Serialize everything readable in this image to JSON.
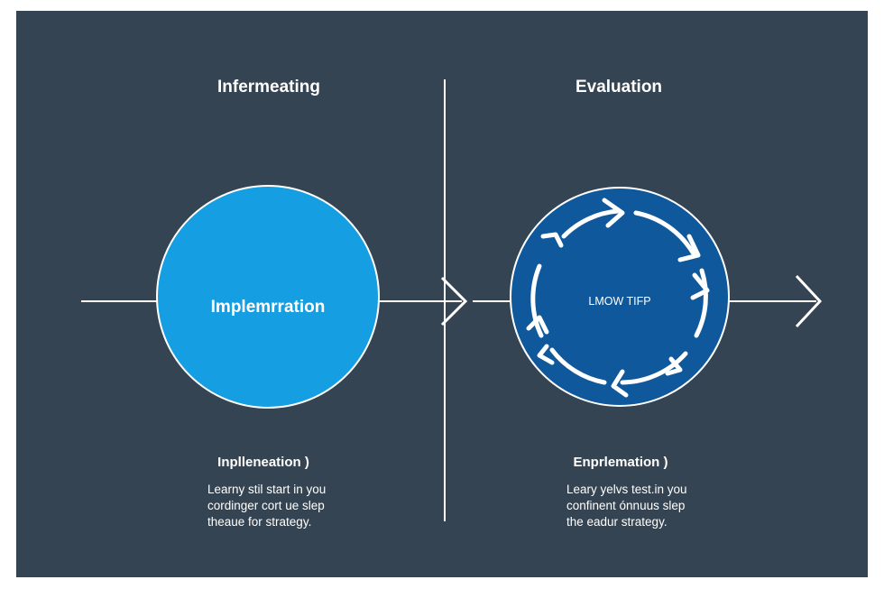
{
  "left": {
    "heading": "Infermeating",
    "circle_label": "Implemrration",
    "subheading": "Inplleneation )",
    "desc": [
      "Learny stil start in you",
      "cordinger cort ue slep",
      "theaue for strategy."
    ]
  },
  "right": {
    "heading": "Evaluation",
    "circle_label": "LMOW TIFP",
    "subheading": "Enprlemation )",
    "desc": [
      "Leary yelvs test.in you",
      "confinent ónnuus slep",
      "the eadur strategy."
    ]
  },
  "colors": {
    "background": "#354452",
    "left_circle": "#159ee2",
    "right_circle": "#0f589b",
    "stroke": "#ffffff"
  }
}
